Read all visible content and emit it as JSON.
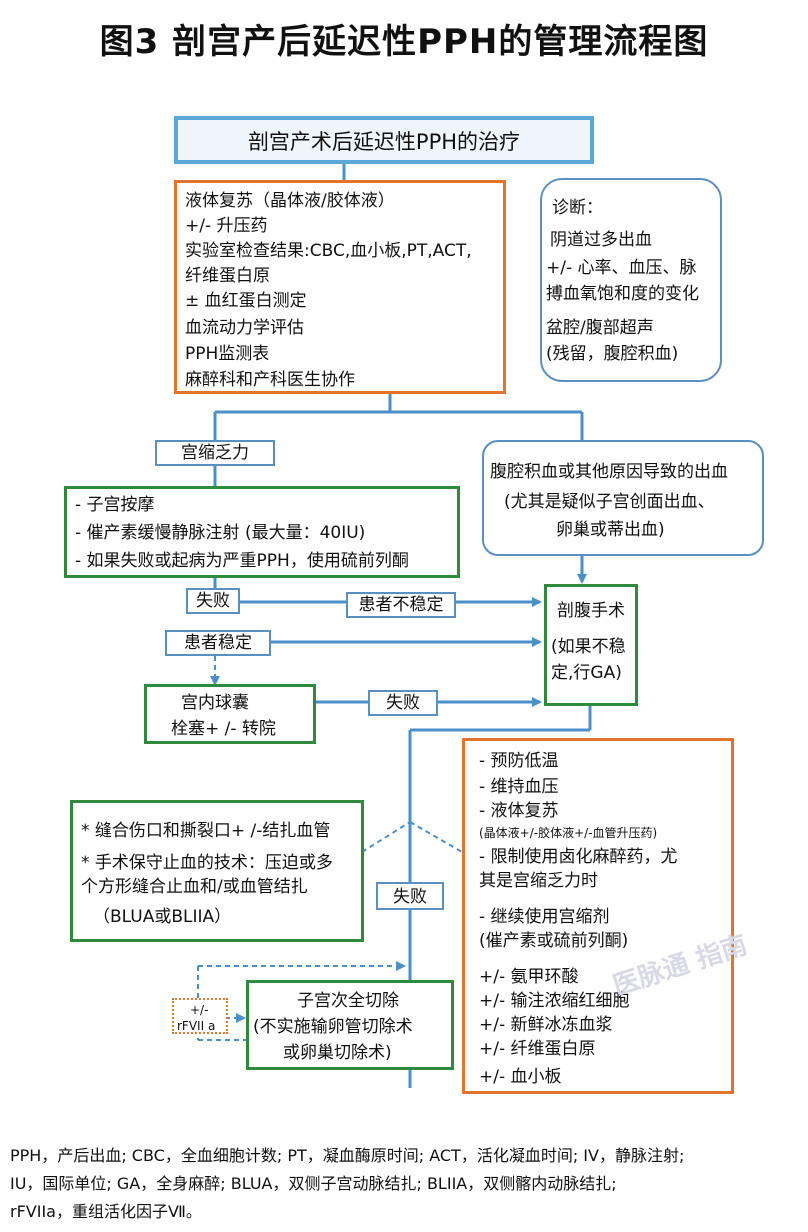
{
  "title": "图3 剖宫产后延迟性PPH的管理流程图",
  "header_box": "剖宫产术后延迟性PPH的治疗",
  "initial_box": {
    "lines": [
      "液体复苏（晶体液/胶体液）",
      "+/-  升压药",
      "实验室检查结果:CBC,血小板,PT,ACT,",
      "纤维蛋白原",
      "± 血红蛋白测定",
      " 血流动力学评估",
      " PPH监测表",
      " 麻醉科和产科医生协作"
    ]
  },
  "diagnosis_box": {
    "lines": [
      "诊断：",
      "阴道过多出血",
      "+/- 心率、血压、脉",
      "搏血氧饱和度的变化",
      " 盆腔/腹部超声",
      "(残留，腹腔积血)"
    ]
  },
  "labels": {
    "atony": "宫缩乏力",
    "fail1": "失败",
    "unstable": "患者不稳定",
    "stable": "患者稳定",
    "fail2": "失败",
    "fail3": "失败"
  },
  "other_cause_box": {
    "lines": [
      "腹腔积血或其他原因导致的出血",
      "(尤其是疑似子宫创面出血、",
      "卵巢或蒂出血)"
    ]
  },
  "atony_box": {
    "lines": [
      "- 子宫按摩",
      "- 催产素缓慢静脉注射 (最大量：40IU)",
      "- 如果失败或起病为严重PPH，使用硫前列酮"
    ]
  },
  "laparotomy_box": {
    "lines": [
      "剖腹手术",
      "(如果不稳",
      "定,行GA)"
    ]
  },
  "balloon_box": {
    "lines": [
      "宫内球囊",
      "栓塞+ /- 转院"
    ]
  },
  "surgery_box": {
    "lines": [
      "* 缝合伤口和撕裂口+ /-结扎血管",
      "* 手术保守止血的技术：压迫或多",
      "   个方形缝合止血和/或血管结扎",
      "（BLUA或BLIIA）"
    ]
  },
  "support_box": {
    "lines": [
      "- 预防低温",
      "- 维持血压",
      "- 液体复苏",
      "(晶体液+/-胶体液+/-血管升压药)",
      "- 限制使用卤化麻醉药，尤",
      "  其是宫缩乏力时",
      "- 继续使用宫缩剂",
      " (催产素或硫前列酮)",
      "+/-  氨甲环酸",
      "+/-  输注浓缩红细胞",
      "+/-  新鲜冰冻血浆",
      "+/- 纤维蛋白原",
      "+/-  血小板"
    ]
  },
  "rfvii_box": {
    "lines": [
      "+/-",
      "rFVII a"
    ]
  },
  "hysterectomy_box": {
    "lines": [
      "子宫次全切除",
      "(不实施输卵管切除术",
      "或卵巢切除术)"
    ]
  },
  "footnote": {
    "lines": [
      "PPH，产后出血; CBC，全血细胞计数; PT，凝血酶原时间; ACT，活化凝血时间; IV，静脉注射;",
      "IU，国际单位; GA，全身麻醉; BLUA，双侧子宫动脉结扎;  BLIIA，双侧髂内动脉结扎;",
      "rFVIIa，重组活化因子Ⅶ。"
    ]
  },
  "watermark": "医脉通 指南",
  "colors": {
    "flow_line": "#4a8fc7",
    "orange_border": "#e2742c",
    "green_border": "#2e8b3e",
    "title_border": "#5aa9d6"
  }
}
